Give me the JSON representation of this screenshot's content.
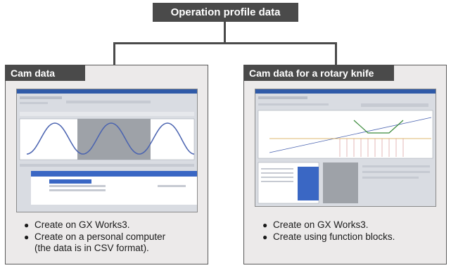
{
  "header": {
    "title": "Operation profile data"
  },
  "panels": [
    {
      "title": "Cam data",
      "bullets": [
        "Create on GX Works3.",
        "Create on a personal computer\n(the data is in CSV format)."
      ]
    },
    {
      "title": "Cam data for a rotary knife",
      "bullets": [
        "Create on GX Works3.",
        "Create using function blocks."
      ]
    }
  ],
  "colors": {
    "header_bg": "#4a4a4a",
    "panel_bg": "#eceaea",
    "cam_curve": "#4a63b0",
    "table_header": "#3a67c4"
  }
}
